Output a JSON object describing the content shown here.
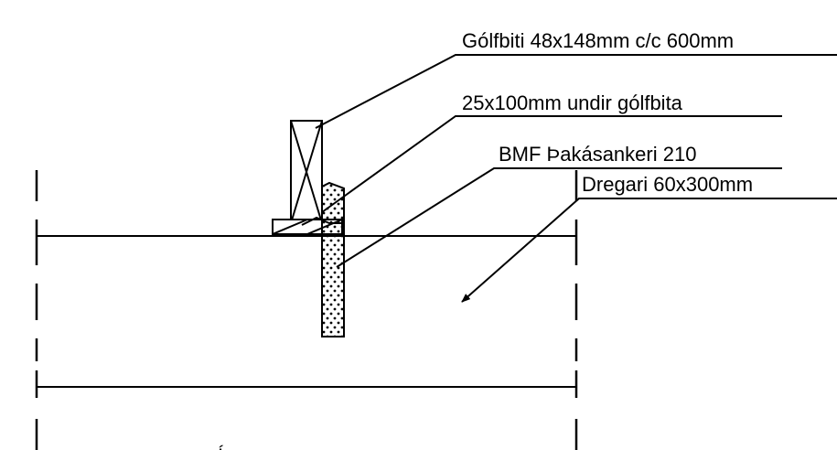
{
  "labels": {
    "joist": "Gólfbiti 48x148mm c/c 600mm",
    "packer": "25x100mm undir gólfbita",
    "anchor": "BMF Þakásankeri 210",
    "beam": "Dregari 60x300mm",
    "bottom_mark": "Í"
  },
  "colors": {
    "line": "#000000",
    "background": "#ffffff"
  }
}
